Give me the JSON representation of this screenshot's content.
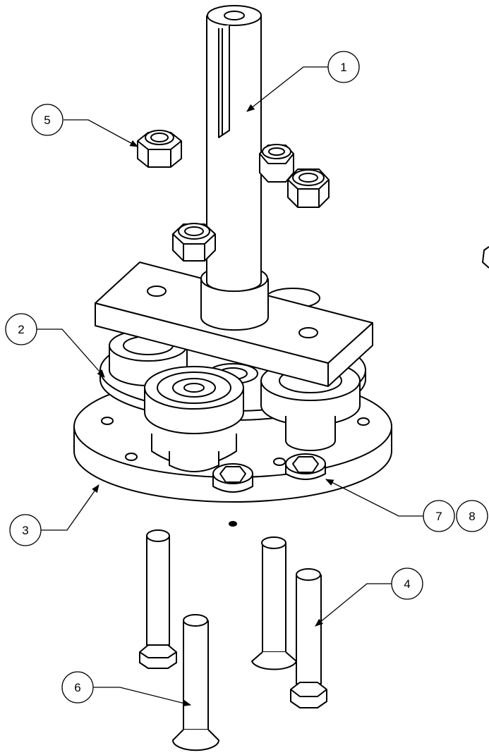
{
  "diagram": {
    "type": "exploded-assembly-drawing",
    "balloons": [
      {
        "id": "1"
      },
      {
        "id": "2"
      },
      {
        "id": "3"
      },
      {
        "id": "4"
      },
      {
        "id": "5"
      },
      {
        "id": "6"
      },
      {
        "id": "7"
      },
      {
        "id": "8"
      }
    ]
  }
}
